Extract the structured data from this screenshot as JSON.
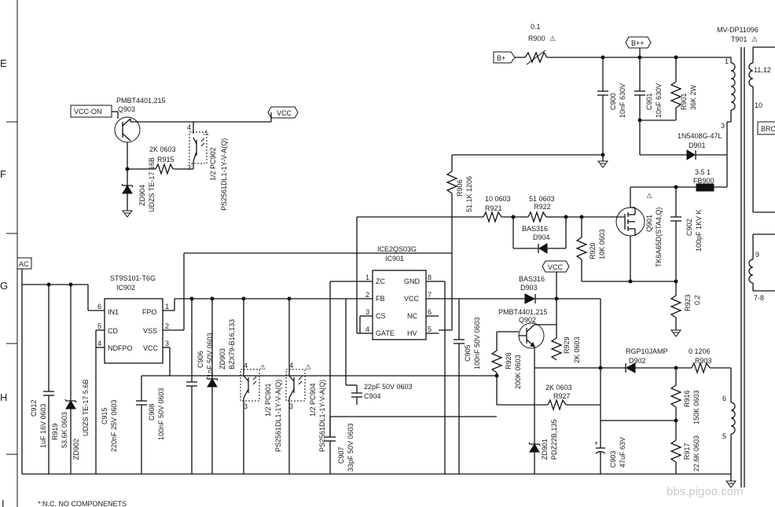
{
  "grid_rows": [
    "E",
    "F",
    "G",
    "H",
    "I"
  ],
  "footnote": "*:N.C. NO COMPONENETS",
  "watermark": "bbs.pigoo.com",
  "nets": {
    "vcc_on": "VCC-ON",
    "vcc": "VCC",
    "vcc2": "VCC",
    "b_plus": "B+",
    "b_plusplus": "B++",
    "ac": "AC",
    "brc": "BRC"
  },
  "transformer": {
    "name": "T901",
    "part": "MV-DP11096",
    "pins": [
      "11,12",
      "10",
      "3",
      "1",
      "9",
      "7-8",
      "6",
      "5"
    ]
  },
  "ic901": {
    "name": "IC901",
    "part": "ICE2QS03G",
    "left_pins": [
      {
        "num": "1",
        "name": "ZC"
      },
      {
        "num": "2",
        "name": "FB"
      },
      {
        "num": "3",
        "name": "CS"
      },
      {
        "num": "4",
        "name": "GATE"
      }
    ],
    "right_pins": [
      {
        "num": "8",
        "name": "GND"
      },
      {
        "num": "7",
        "name": "VCC"
      },
      {
        "num": "6",
        "name": "NC"
      },
      {
        "num": "5",
        "name": "HV"
      }
    ]
  },
  "ic902": {
    "name": "IC902",
    "part": "ST9S101-T6G",
    "left_pins": [
      {
        "num": "6",
        "name": "IN1"
      },
      {
        "num": "5",
        "name": "CD"
      },
      {
        "num": "4",
        "name": "NDFPO"
      }
    ],
    "right_pins": [
      {
        "num": "1",
        "name": "FPO"
      },
      {
        "num": "2",
        "name": "VSS"
      },
      {
        "num": "3",
        "name": "VCC"
      }
    ]
  },
  "components": {
    "r900": {
      "ref": "R900",
      "value": "0.1"
    },
    "q903": {
      "ref": "Q903",
      "part": "PMBT4401,215"
    },
    "r915": {
      "ref": "R915",
      "value": "2K 0603"
    },
    "zd904": {
      "ref": "ZD904",
      "value": "UDZS TE-17 16B"
    },
    "pc902": {
      "ref": "1/2 PC902",
      "part": "PS2561DL1-1Y-V-A(Q)",
      "pin_a": "4",
      "pin_b": "3"
    },
    "c900": {
      "ref": "C900",
      "value": "10nF 630V"
    },
    "c901": {
      "ref": "C901",
      "value": "10nF 630V"
    },
    "r901": {
      "ref": "R901",
      "value": "36K 2W"
    },
    "d901": {
      "ref": "D901",
      "value": "1N5408G-47L"
    },
    "fb900": {
      "ref": "FB900",
      "value": "3.5 1"
    },
    "r906": {
      "ref": "R906",
      "value": "51.1K 1206"
    },
    "r921": {
      "ref": "R921",
      "value": "10 0603"
    },
    "r922": {
      "ref": "R922",
      "value": "51 0603"
    },
    "d904": {
      "ref": "D904",
      "value": "BAS316"
    },
    "q901": {
      "ref": "Q901",
      "value": "TK6A65D(STA4,Q)"
    },
    "c902": {
      "ref": "C902",
      "value": "100pF 1KV K"
    },
    "r920": {
      "ref": "R920",
      "value": "10K 0603"
    },
    "r923": {
      "ref": "R923",
      "value": "0.2"
    },
    "d903": {
      "ref": "D903",
      "value": "BAS316"
    },
    "q902": {
      "ref": "Q902",
      "part": "PMBT4401,215"
    },
    "c905": {
      "ref": "C905",
      "value": "100nF 50V 0603"
    },
    "r928": {
      "ref": "R928",
      "value": "200K 0603"
    },
    "r929": {
      "ref": "R929",
      "value": "2K 0603"
    },
    "r927": {
      "ref": "R927",
      "value": "2K 0603"
    },
    "d902": {
      "ref": "D902",
      "value": "RGP10JAMP"
    },
    "r903": {
      "ref": "R903",
      "value": "0 1206"
    },
    "r916": {
      "ref": "R916",
      "value": "150K 0603"
    },
    "r917": {
      "ref": "R917",
      "value": "22.6K 0603"
    },
    "c903": {
      "ref": "C903",
      "value": "47uF 63V"
    },
    "zd901": {
      "ref": "ZD901",
      "value": "PDZ22B,135"
    },
    "c904": {
      "ref": "C904",
      "value": "22pF 50V 0603"
    },
    "c907": {
      "ref": "C907",
      "value": "33pF 50V 0603"
    },
    "c906": {
      "ref": "C906",
      "value": "1nF 50V 0603"
    },
    "zd903": {
      "ref": "ZD903",
      "value": "BZX79-B16,133"
    },
    "pc901": {
      "ref": "1/2 PC901",
      "part": "PS2561DL1-1Y-V-A(Q)",
      "pin_a": "4",
      "pin_b": "3"
    },
    "pc904": {
      "ref": "1/2 PC904",
      "part": "PS2561DL1-1Y-V-A(Q)",
      "pin_a": "4",
      "pin_b": "3"
    },
    "c908": {
      "ref": "C908",
      "value": "100nF 50V 0603"
    },
    "c915": {
      "ref": "C915",
      "value": "220nF 25V 0603"
    },
    "zd902": {
      "ref": "ZD902",
      "value": "UDZS TE-17 5.6B"
    },
    "r919": {
      "ref": "R919",
      "value": "53.6K 0603"
    },
    "c912": {
      "ref": "C912",
      "value": "1uF 16V 0603"
    }
  }
}
